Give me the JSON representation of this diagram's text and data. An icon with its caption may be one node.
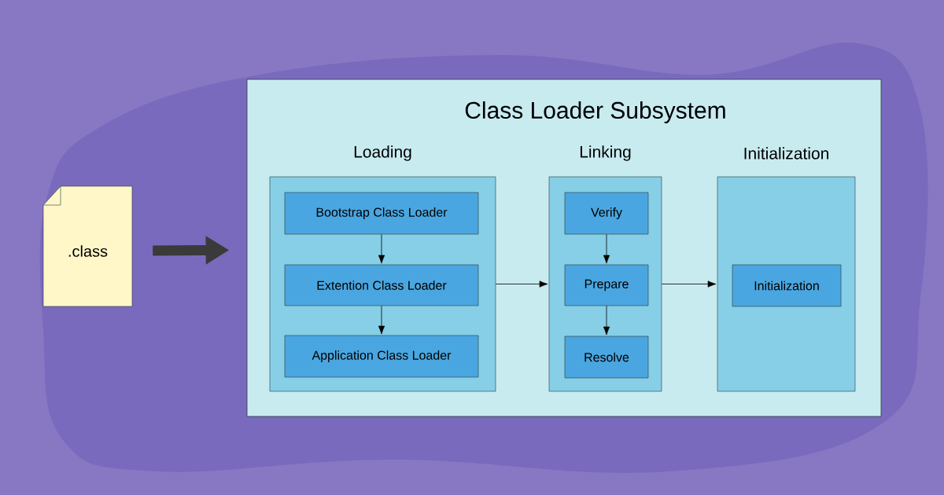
{
  "diagram": {
    "nodes": [
      {
        "text": [
          "Class Loader Subsystem"
        ]
      },
      {
        "text": [
          "Loading"
        ],
        "in": 0
      },
      {
        "text": [
          "Bootstrap Class Loader"
        ],
        "in": 1
      },
      {
        "text": [
          "Extention Class Loader"
        ],
        "in": 1
      },
      {
        "text": [
          "Application Class Loader"
        ],
        "in": 1
      },
      {
        "text": [
          "Linking"
        ],
        "in": 0
      },
      {
        "text": [
          "Verify"
        ],
        "in": 5
      },
      {
        "text": [
          "Prepare"
        ],
        "in": 5
      },
      {
        "text": [
          "Resolve"
        ],
        "in": 5
      },
      {
        "text": [
          "Initialization"
        ],
        "in": 0
      },
      {
        "text": [
          "Initialization"
        ],
        "in": 9
      },
      {
        "text": [
          ".class"
        ]
      }
    ],
    "edges": [
      {
        "from": 11,
        "to": 0,
        "arrow": "to",
        "style": "thick",
        "color": "#3a3a3a"
      },
      {
        "from": 2,
        "to": 3,
        "arrow": "to"
      },
      {
        "from": 3,
        "to": 4,
        "arrow": "to"
      },
      {
        "from": 1,
        "to": 5,
        "arrow": "to"
      },
      {
        "from": 6,
        "to": 7,
        "arrow": "to"
      },
      {
        "from": 7,
        "to": 8,
        "arrow": "to"
      },
      {
        "from": 5,
        "to": 9,
        "arrow": "to"
      }
    ]
  }
}
